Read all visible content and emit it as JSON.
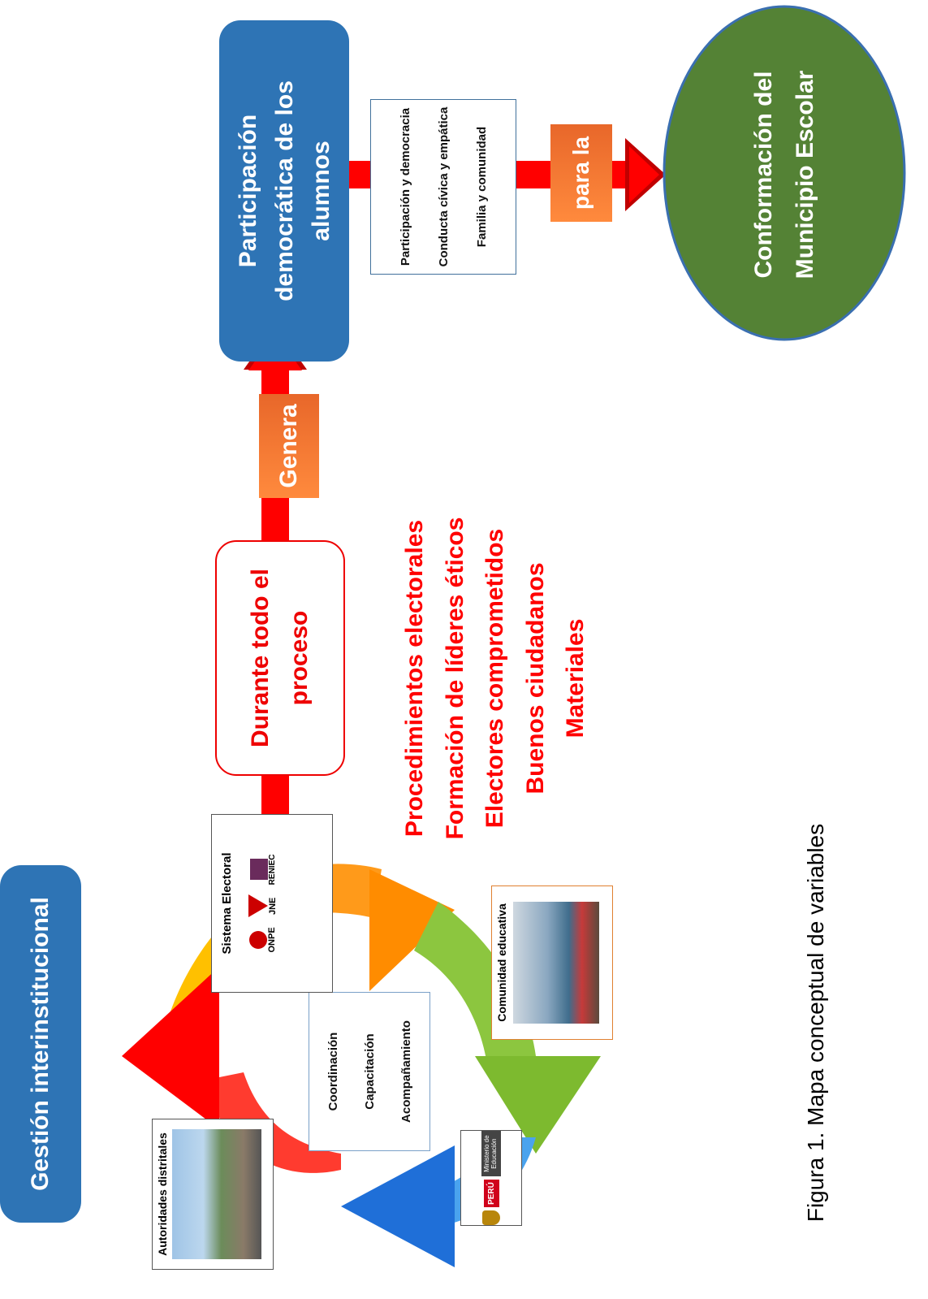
{
  "title_left": "Gestión interinstitucional",
  "title_right": "Participación democrática de los alumnos",
  "durante": "Durante todo el proceso",
  "genera": "Genera",
  "para_la": "para la",
  "red_list": [
    "Procedimientos electorales",
    "Formación de líderes éticos",
    "Electores  comprometidos",
    "Buenos ciudadanos",
    "Materiales"
  ],
  "sub_list": [
    "Participación y democracia",
    "Conducta cívica y empática",
    "Familia y comunidad"
  ],
  "center_list": [
    "Coordinación",
    "Capacitación",
    "Acompañamiento"
  ],
  "cycle": {
    "autoridades": "Autoridades  distritales",
    "sistema": "Sistema Electoral",
    "comunidad": "Comunidad  educativa",
    "logo_onpe": "ONPE",
    "logo_jne": "JNE",
    "logo_reniec": "RENIEC",
    "minedu_peru": "PERÚ",
    "minedu_name": "Ministerio de Educación"
  },
  "ellipse_text": "Conformación del Municipio Escolar",
  "caption": "Figura 1. Mapa conceptual de variables",
  "colors": {
    "blue": "#2e74b5",
    "red": "#ff0000",
    "orange": "#ed7d31",
    "green": "#548235",
    "arrow_blue": "#1f6fd8",
    "arrow_green": "#8cc63f",
    "arrow_yellow": "#ffc000"
  }
}
